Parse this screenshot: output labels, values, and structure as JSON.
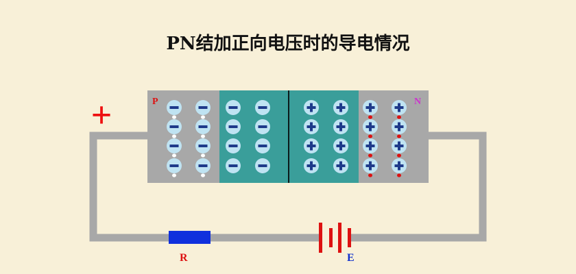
{
  "title": "PN结加正向电压时的导电情况",
  "labels": {
    "p_region": "P",
    "n_region": "N",
    "resistor": "R",
    "battery": "E",
    "positive_terminal": "+"
  },
  "charges": {
    "negative_symbol": "−",
    "positive_symbol": "+"
  },
  "colors": {
    "background": "#f8f0d8",
    "wire": "#a8a8a8",
    "p_region": "#a8a8a8",
    "n_region": "#a8a8a8",
    "depletion": "#3a9e9a",
    "ion_fill": "#1e3a8a",
    "ion_ring": "#bfe3f2",
    "hole_dot": "#ffffff",
    "electron_dot": "#dd1111",
    "resistor": "#1030dd",
    "battery": "#dd1111",
    "plus_sign": "#ee1111",
    "p_label": "#dd1111",
    "n_label": "#cc33cc",
    "r_label": "#dd1111",
    "e_label": "#1030cc"
  }
}
